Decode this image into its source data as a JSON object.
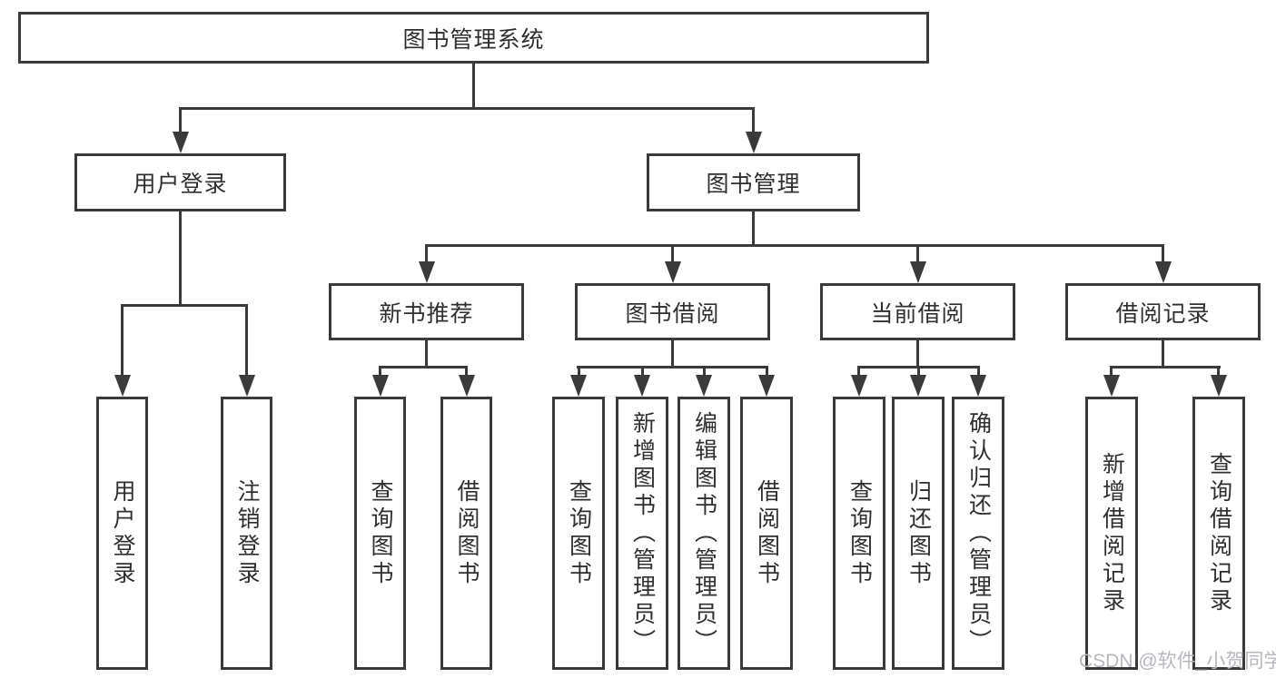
{
  "diagram": {
    "root": {
      "label": "图书管理系统"
    },
    "level2": [
      {
        "label": "用户登录"
      },
      {
        "label": "图书管理"
      }
    ],
    "level3": [
      {
        "label": "新书推荐"
      },
      {
        "label": "图书借阅"
      },
      {
        "label": "当前借阅"
      },
      {
        "label": "借阅记录"
      }
    ],
    "leaves": {
      "login": [
        "用户登录",
        "注销登录"
      ],
      "recommend": [
        "查询图书",
        "借阅图书"
      ],
      "borrow": [
        "查询图书",
        "新增图书（管理员）",
        "编辑图书（管理员）",
        "借阅图书"
      ],
      "current": [
        "查询图书",
        "归还图书",
        "确认归还（管理员）"
      ],
      "record": [
        "新增借阅记录",
        "查询借阅记录"
      ]
    },
    "watermark": "CSDN @软件_小贺同学",
    "colors": {
      "line": "#3a3a3a",
      "text": "#2f2f2f",
      "box_background": "#ffffff",
      "watermark": "#b6b8bd"
    }
  }
}
